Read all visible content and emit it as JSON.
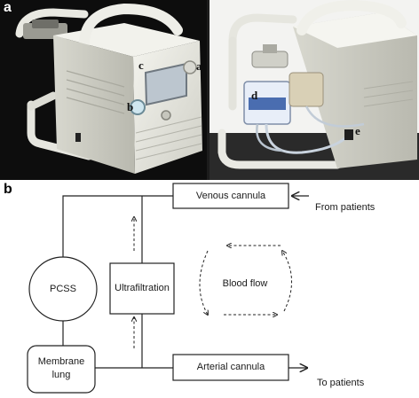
{
  "figure": {
    "panel_a_label": "a",
    "panel_b_label": "b"
  },
  "photo": {
    "callouts": {
      "a": "a",
      "b": "b",
      "c": "c",
      "d": "d",
      "e": "e"
    }
  },
  "diagram": {
    "nodes": {
      "venous": "Venous cannula",
      "arterial": "Arterial cannula",
      "pcss": "PCSS",
      "ultra": "Ultrafiltration",
      "membrane_line1": "Membrane",
      "membrane_line2": "lung",
      "bloodflow": "Blood flow"
    },
    "edges": {
      "from_patients": "From patients",
      "to_patients": "To patients"
    }
  }
}
